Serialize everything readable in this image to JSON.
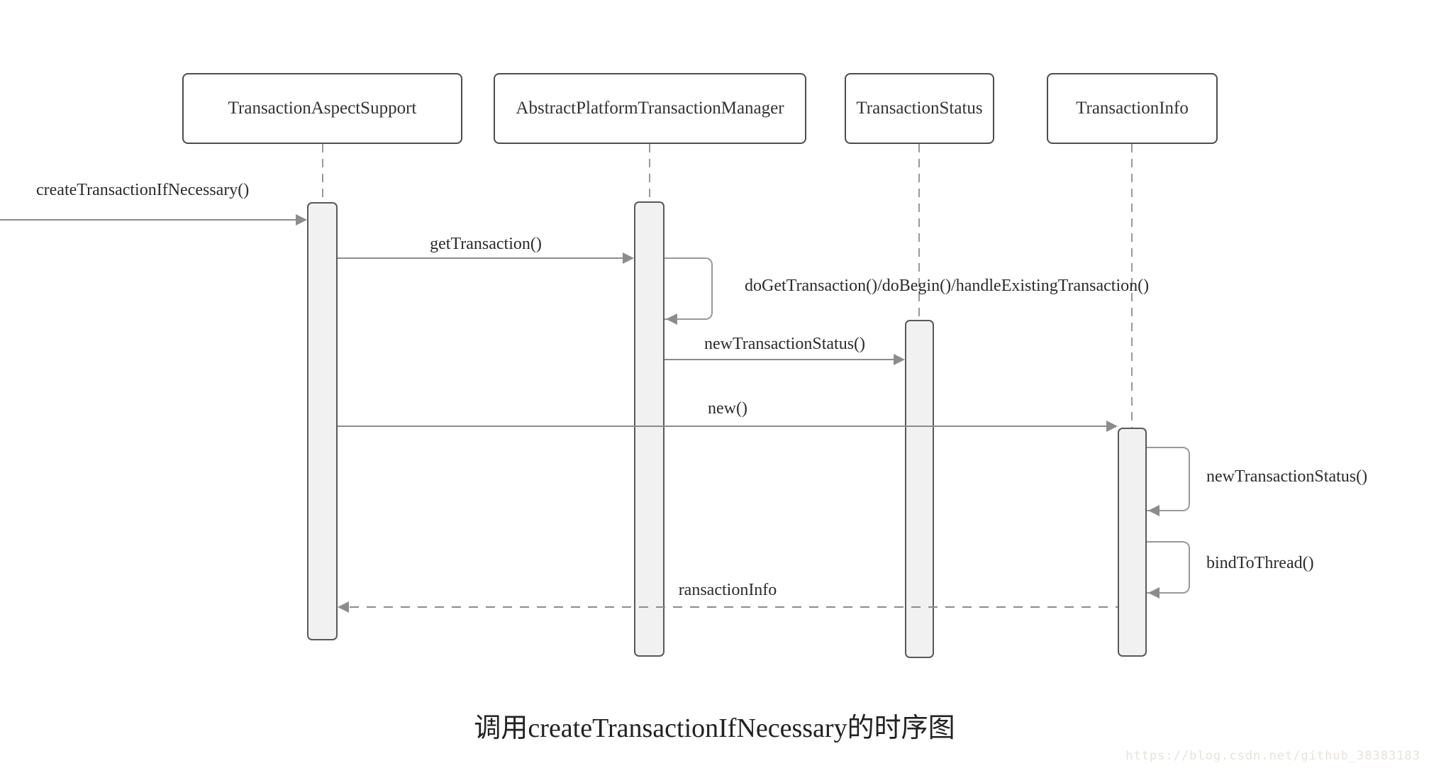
{
  "diagram_type": "uml-sequence-diagram",
  "title": "调用createTransactionIfNecessary的时序图",
  "watermark": "https://blog.csdn.net/github_38383183",
  "colors": {
    "background": "#ffffff",
    "actor_border": "#4d4d4d",
    "activation_fill": "#f1f1f1",
    "activation_border": "#595959",
    "message_line": "#8c8c8c",
    "lifeline": "#999999",
    "text": "#2b2b2b",
    "watermark": "#e7e3da"
  },
  "actors": [
    {
      "label": "TransactionAspectSupport"
    },
    {
      "label": "AbstractPlatformTransactionManager"
    },
    {
      "label": "TransactionStatus"
    },
    {
      "label": "TransactionInfo"
    }
  ],
  "messages": [
    {
      "label": "createTransactionIfNecessary()",
      "from": "(external)",
      "to": "TransactionAspectSupport",
      "kind": "call"
    },
    {
      "label": "getTransaction()",
      "from": "TransactionAspectSupport",
      "to": "AbstractPlatformTransactionManager",
      "kind": "call"
    },
    {
      "label": "doGetTransaction()/doBegin()/handleExistingTransaction()",
      "from": "AbstractPlatformTransactionManager",
      "to": "AbstractPlatformTransactionManager",
      "kind": "self-call"
    },
    {
      "label": "newTransactionStatus()",
      "from": "AbstractPlatformTransactionManager",
      "to": "TransactionStatus",
      "kind": "call"
    },
    {
      "label": "new()",
      "from": "TransactionAspectSupport",
      "to": "TransactionInfo",
      "kind": "call"
    },
    {
      "label": "newTransactionStatus()",
      "from": "TransactionInfo",
      "to": "TransactionInfo",
      "kind": "self-call"
    },
    {
      "label": "bindToThread()",
      "from": "TransactionInfo",
      "to": "TransactionInfo",
      "kind": "self-call"
    },
    {
      "label": "ransactionInfo",
      "from": "TransactionInfo",
      "to": "TransactionAspectSupport",
      "kind": "return"
    }
  ]
}
